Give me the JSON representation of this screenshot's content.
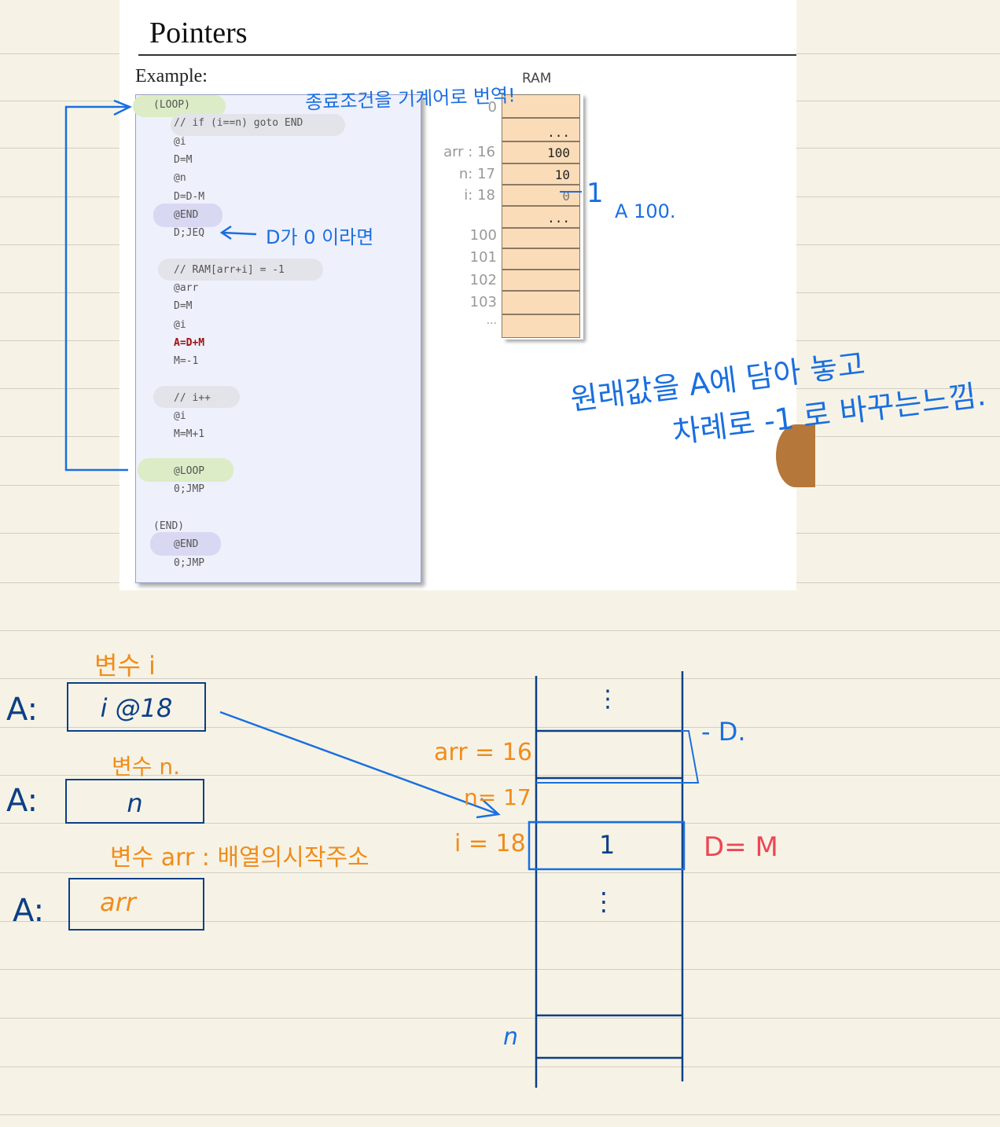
{
  "slide": {
    "title": "Pointers",
    "example_label": "Example:",
    "code": {
      "loop_label": "(LOOP)",
      "c1": "// if (i==n) goto END",
      "l1": "@i",
      "l2": "D=M",
      "l3": "@n",
      "l4": "D=D-M",
      "l5": "@END",
      "l6": "D;JEQ",
      "c2": "// RAM[arr+i] = -1",
      "l7": "@arr",
      "l8": "D=M",
      "l9": "@i",
      "l10": "A=D+M",
      "l11": "M=-1",
      "c3": "// i++",
      "l12": "@i",
      "l13": "M=M+1",
      "l14": "@LOOP",
      "l15": "0;JMP",
      "end_label": "(END)",
      "l16": "@END",
      "l17": "0;JMP"
    },
    "ram": {
      "title": "RAM",
      "labels": [
        "0",
        "arr : 16",
        "n: 17",
        "i: 18",
        "100",
        "101",
        "102",
        "103",
        "..."
      ],
      "values": [
        "",
        "...",
        "100",
        "10",
        "0",
        "...",
        "",
        "",
        "",
        "",
        ""
      ]
    }
  },
  "annotations": {
    "top_note": "종료조건을 기계어로 번역!",
    "d_zero_note": "D가 0 이라면",
    "ram_i_new": "1",
    "a_100": "A 100.",
    "big_note_line1": "원래값을 A에 담아 놓고",
    "big_note_line2": "차례로 -1 로 바꾸는느낌."
  },
  "notebook": {
    "var_i_title": "변수 i",
    "var_n_title": "변수 n.",
    "var_arr_title": "변수 arr : 배열의시작주소",
    "a_label": "A:",
    "box_i": "i @18",
    "box_n": "n",
    "box_arr": "arr",
    "mem_dots_top": "⋮",
    "mem_dots_mid": "⋮",
    "arr_eq": "arr = 16",
    "n_eq": "n= 17",
    "i_eq": "i = 18",
    "i_value": "1",
    "d_eq_m": "D= M",
    "d_mark": "- D.",
    "n_bottom": "n"
  }
}
